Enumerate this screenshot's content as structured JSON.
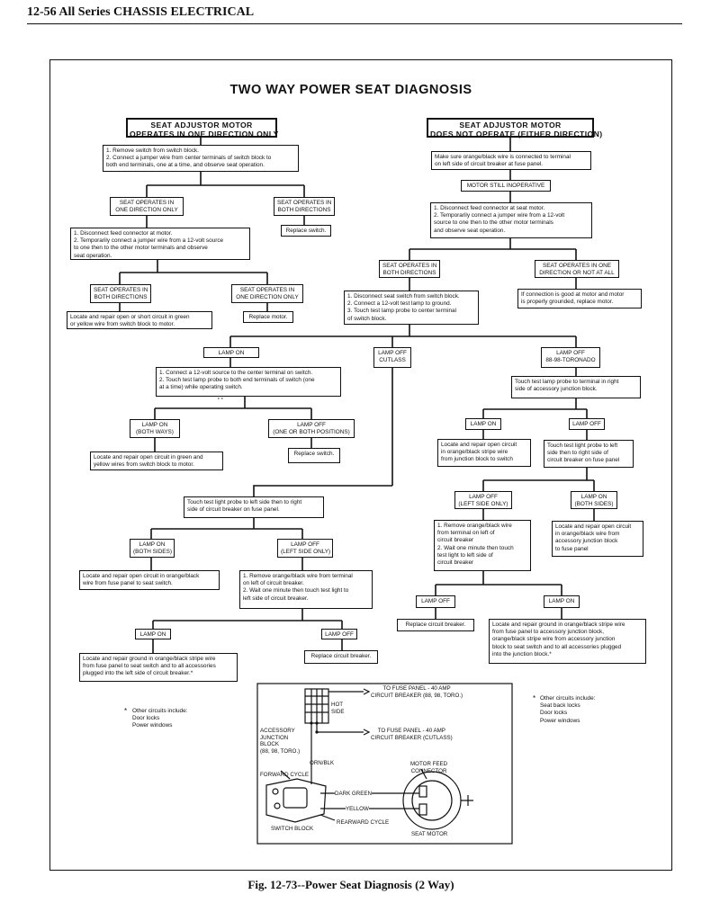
{
  "page": {
    "header": "12-56  All Series CHASSIS ELECTRICAL",
    "title": "TWO WAY POWER SEAT DIAGNOSIS",
    "caption": "Fig. 12-73--Power Seat Diagnosis (2 Way)"
  },
  "boxes": [
    {
      "id": "l_head",
      "lines": [
        "SEAT ADJUSTOR MOTOR",
        "OPERATES IN ONE DIRECTION ONLY"
      ]
    },
    {
      "id": "l1",
      "lines": [
        "1. Remove switch from switch block.",
        "2. Connect a jumper wire from center terminals of switch block to",
        "both end terminals, one at a time, and observe seat operation."
      ]
    },
    {
      "id": "l2a",
      "lines": [
        "SEAT OPERATES IN",
        "ONE DIRECTION ONLY"
      ]
    },
    {
      "id": "l2b",
      "lines": [
        "SEAT OPERATES IN",
        "BOTH DIRECTIONS"
      ]
    },
    {
      "id": "l3a",
      "lines": [
        "1. Disconnect feed connector at motor.",
        "2. Temporarily connect a jumper wire from a 12-volt source",
        "to one then to the other motor terminals and observe",
        "seat operation."
      ]
    },
    {
      "id": "l3b",
      "lines": [
        "Replace switch."
      ]
    },
    {
      "id": "l4a",
      "lines": [
        "SEAT OPERATES IN",
        "BOTH DIRECTIONS"
      ]
    },
    {
      "id": "l4b",
      "lines": [
        "SEAT OPERATES IN",
        "ONE DIRECTION ONLY"
      ]
    },
    {
      "id": "l5a",
      "lines": [
        "Locate and repair open or short circuit in green",
        "or yellow wire from switch block to motor."
      ]
    },
    {
      "id": "l5b",
      "lines": [
        "Replace motor."
      ]
    },
    {
      "id": "r_head",
      "lines": [
        "SEAT ADJUSTOR MOTOR",
        "DOES NOT OPERATE (EITHER DIRECTION)"
      ]
    },
    {
      "id": "r1",
      "lines": [
        "Make sure orange/black wire is connected to terminal",
        "on left side of circuit breaker at fuse panel."
      ]
    },
    {
      "id": "r2",
      "lines": [
        "MOTOR STILL INOPERATIVE"
      ]
    },
    {
      "id": "r3",
      "lines": [
        "1. Disconnect feed connector at seat motor.",
        "2. Temporarily connect a jumper wire from a 12-volt",
        "source to one then to the other motor terminals",
        "and observe seat operation."
      ]
    },
    {
      "id": "r4a",
      "lines": [
        "SEAT OPERATES IN",
        "BOTH DIRECTIONS"
      ]
    },
    {
      "id": "r4b",
      "lines": [
        "SEAT OPERATES IN ONE",
        "DIRECTION OR NOT AT ALL"
      ]
    },
    {
      "id": "r5a",
      "lines": [
        "1. Disconnect seat switch from switch block.",
        "2. Connect a 12-volt test lamp to ground.",
        "3. Touch test lamp probe to center terminal",
        "of switch block."
      ]
    },
    {
      "id": "r5b",
      "lines": [
        "If connection is good at motor and motor",
        "is properly grounded, replace motor."
      ]
    },
    {
      "id": "m_on",
      "lines": [
        "LAMP ON"
      ]
    },
    {
      "id": "m_cut",
      "lines": [
        "LAMP OFF",
        "CUTLASS"
      ]
    },
    {
      "id": "m_tor",
      "lines": [
        "LAMP OFF",
        "88-98-TORONADO"
      ]
    },
    {
      "id": "a1",
      "lines": [
        "1. Connect a 12-volt source to the center terminal on switch.",
        "2. Touch test lamp probe to both end terminals of switch (one",
        "at a time) while operating switch."
      ]
    },
    {
      "id": "a2a",
      "lines": [
        "LAMP ON",
        "(BOTH WAYS)"
      ]
    },
    {
      "id": "a2b",
      "lines": [
        "LAMP OFF",
        "(ONE OR BOTH POSITIONS)"
      ]
    },
    {
      "id": "a3a",
      "lines": [
        "Locate and repair open circuit in green and",
        "yellow wires from switch block to motor."
      ]
    },
    {
      "id": "a3b",
      "lines": [
        "Replace switch."
      ]
    },
    {
      "id": "t1",
      "lines": [
        "Touch test lamp probe to terminal in right",
        "side of accessory junction block."
      ]
    },
    {
      "id": "t2a",
      "lines": [
        "LAMP ON"
      ]
    },
    {
      "id": "t2b",
      "lines": [
        "LAMP OFF"
      ]
    },
    {
      "id": "t3a",
      "lines": [
        "Locate and repair open circuit",
        "in orange/black stripe wire",
        "from junction block to switch"
      ]
    },
    {
      "id": "t3b",
      "lines": [
        "Touch test light probe to left",
        "side then to right side of",
        "circuit breaker on fuse panel"
      ]
    },
    {
      "id": "t4a",
      "lines": [
        "LAMP OFF",
        "(LEFT SIDE ONLY)"
      ]
    },
    {
      "id": "t4b",
      "lines": [
        "LAMP ON",
        "(BOTH SIDES)"
      ]
    },
    {
      "id": "t5a",
      "lines": [
        "1. Remove orange/black wire",
        "from terminal on left of",
        "circuit breaker",
        "2. Wait one minute then touch",
        "test light to left side of",
        "circuit breaker"
      ]
    },
    {
      "id": "t5b",
      "lines": [
        "Locate and repair open circuit",
        "in orange/black wire from",
        "accessory junction block",
        "to fuse panel"
      ]
    },
    {
      "id": "t6a",
      "lines": [
        "LAMP OFF"
      ]
    },
    {
      "id": "t6b",
      "lines": [
        "LAMP ON"
      ]
    },
    {
      "id": "t7a",
      "lines": [
        "Replace circuit breaker."
      ]
    },
    {
      "id": "t7b",
      "lines": [
        "Locate and repair ground in orange/black stripe wire",
        "from fuse panel to accessory junction block,",
        "orange/black stripe wire from accessory junction",
        "block to seat switch and to all accessories plugged",
        "into the junction block.*"
      ]
    },
    {
      "id": "c1",
      "lines": [
        "Touch test light probe to left side then to right",
        "side of circuit breaker on fuse panel."
      ]
    },
    {
      "id": "c2a",
      "lines": [
        "LAMP ON",
        "(BOTH SIDES)"
      ]
    },
    {
      "id": "c2b",
      "lines": [
        "LAMP OFF",
        "(LEFT SIDE ONLY)"
      ]
    },
    {
      "id": "c3a",
      "lines": [
        "Locate and repair open circuit in orange/black",
        "wire from fuse panel to seat switch."
      ]
    },
    {
      "id": "c3b",
      "lines": [
        "1. Remove orange/black wire from terminal",
        "on left of circuit breaker.",
        "2. Wait one minute then touch test light to",
        "left side of circuit breaker."
      ]
    },
    {
      "id": "c4a",
      "lines": [
        "LAMP ON"
      ]
    },
    {
      "id": "c4b",
      "lines": [
        "LAMP OFF"
      ]
    },
    {
      "id": "c5a",
      "lines": [
        "Locate and repair ground in orange/black stripe wire",
        "from fuse panel to seat switch and to all accessories",
        "plugged into the left side of circuit breaker.*"
      ]
    },
    {
      "id": "c5b",
      "lines": [
        "Replace circuit breaker."
      ]
    }
  ],
  "notes": {
    "left": {
      "bullet": "*",
      "lines": [
        "Other circuits include:",
        "Door locks",
        "Power windows"
      ]
    },
    "right": {
      "bullet": "*",
      "lines": [
        "Other circuits include:",
        "Seat back locks",
        "Door locks",
        "Power windows"
      ]
    }
  },
  "wiring": {
    "fuse_panel_88": [
      "TO FUSE PANEL - 40 AMP",
      "CIRCUIT BREAKER (88, 98, TORO.)"
    ],
    "hot_side": [
      "HOT",
      "SIDE"
    ],
    "junction": [
      "ACCESSORY",
      "JUNCTION",
      "BLOCK",
      "(88, 98, TORO.)"
    ],
    "fuse_panel_cut": [
      "TO FUSE PANEL - 40 AMP",
      "CIRCUIT BREAKER (CUTLASS)"
    ],
    "orn_blk": "ORN/BLK",
    "motor_feed": [
      "MOTOR FEED",
      "CONNECTOR"
    ],
    "forward": "FORWARD CYCLE",
    "dark_green": "DARK GREEN",
    "yellow": "YELLOW",
    "rearward": "REARWARD CYCLE",
    "switch_block": "SWITCH BLOCK",
    "seat_motor": "SEAT MOTOR"
  }
}
